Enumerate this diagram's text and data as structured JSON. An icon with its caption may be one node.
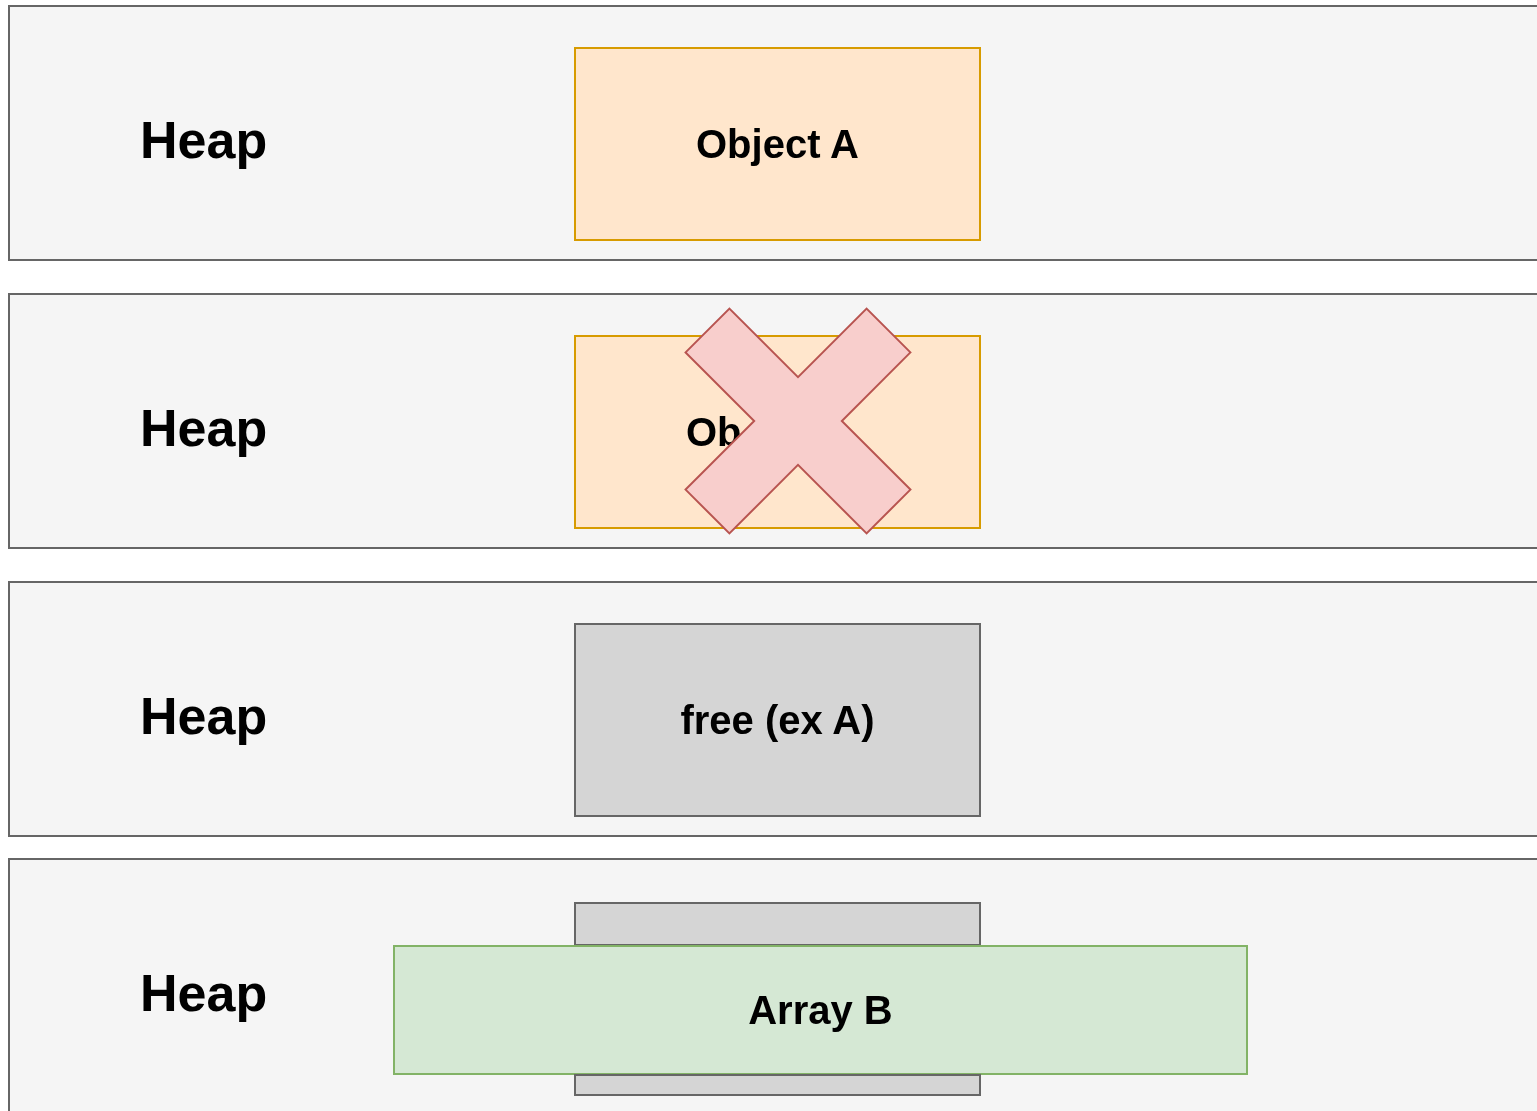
{
  "diagram": {
    "nodes": [
      {
        "text": [
          "Heap"
        ]
      },
      {
        "text": [
          "Object A"
        ],
        "in": 0
      },
      {
        "text": [
          "Heap"
        ]
      },
      {
        "text": [
          "Ob"
        ],
        "in": 2
      },
      {
        "text": [
          "Heap"
        ]
      },
      {
        "text": [
          "free (ex A)"
        ],
        "in": 4
      },
      {
        "text": [
          "Heap"
        ]
      },
      {
        "text": [],
        "shape": "box",
        "in": 6
      },
      {
        "text": [
          "Array B"
        ],
        "in": 6
      },
      {
        "text": [],
        "shape": "box",
        "in": 6
      }
    ]
  }
}
